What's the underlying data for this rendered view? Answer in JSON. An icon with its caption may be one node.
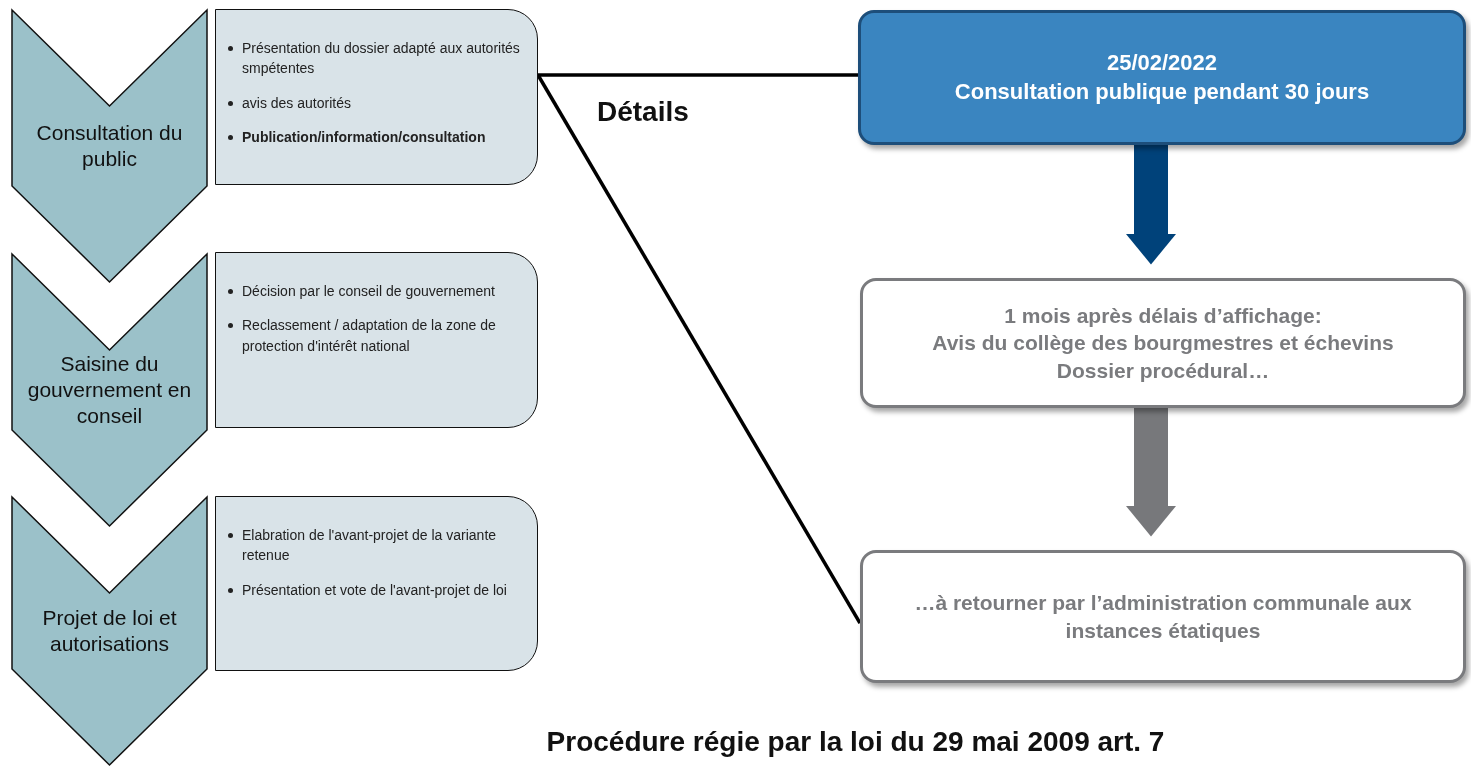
{
  "diagram": {
    "caption": "Procédure régie par la loi du 29 mai 2009 art. 7",
    "nodes": [
      {
        "text": [
          "Consultation du public"
        ]
      },
      {
        "text": [
          "Présentation du dossier adapté aux autorités smpétentes",
          "avis des autorités",
          "**Publication/information/consultation**"
        ]
      },
      {
        "text": [
          "Saisine du gouvernement en conseil"
        ]
      },
      {
        "text": [
          "Décision par le conseil de gouvernement",
          "Reclassement / adaptation de la zone de protection d'intérêt national"
        ]
      },
      {
        "text": [
          "Projet de loi et autorisations"
        ]
      },
      {
        "text": [
          "Elabration de l'avant-projet de la variante retenue",
          "Présentation et vote de l'avant-projet de loi"
        ]
      },
      {
        "text": [
          "25/02/2022",
          "Consultation publique pendant 30 jours"
        ]
      },
      {
        "text": [
          "1 mois après délais d’affichage:",
          "Avis du collège des bourgmestres et échevins",
          "Dossier procédural…"
        ]
      },
      {
        "text": [
          "…à retourner par l’administration communale aux instances étatiques"
        ]
      }
    ],
    "edges": [
      {
        "from": 1,
        "to": 6,
        "arrow": "none"
      },
      {
        "from": 1,
        "to": 8,
        "arrow": "none"
      },
      {
        "from": 6,
        "to": 7,
        "arrow": "to",
        "style": "thick",
        "color": "#00427a"
      },
      {
        "from": 7,
        "to": 8,
        "arrow": "to",
        "style": "thick",
        "color": "#77787b"
      }
    ],
    "labels": [
      "Détails"
    ]
  }
}
